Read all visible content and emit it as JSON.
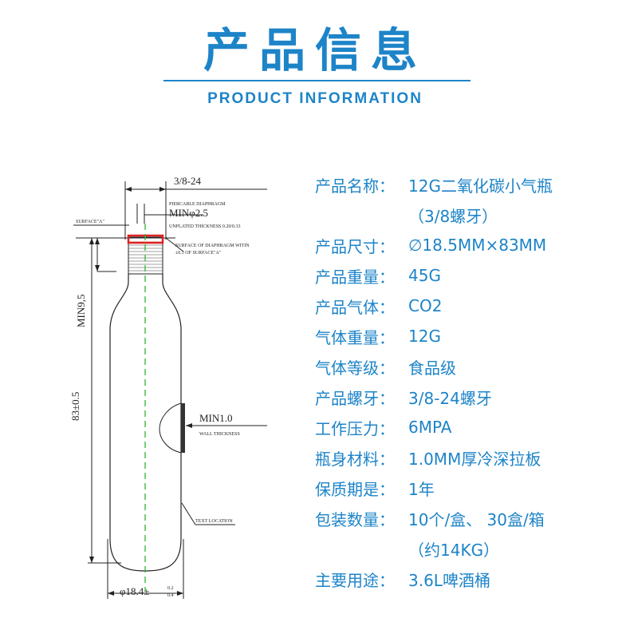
{
  "header": {
    "title_cn": "产品信息",
    "title_en": "PRODUCT INFORMATION"
  },
  "colors": {
    "accent": "#1d84c8",
    "drawing_line": "#222222",
    "thread_highlight": "#e02020",
    "center_line": "#2fb52f"
  },
  "drawing": {
    "thread_dim": "3/8-24",
    "diaphragm_label": "PIERCABLE DIAPHRAGM",
    "min_diameter": "MINφ2.5",
    "unplated": "UNPLATED THICKNESS 0.20/0.33",
    "surface_a": "SURFACE\"A\"",
    "surface_note_1": "SURFACE OF DIAPHRAGM WITIN",
    "surface_note_2": "±0.3 OF SURFACE\"A\"",
    "min_height": "MIN9,5",
    "length": "83±0.5",
    "wall_min": "MIN1.0",
    "wall_label": "WALL THICKNESS",
    "text_location": "TEXT LOCATION",
    "diameter": "φ18.4±",
    "diameter_tol_upper": "0.2",
    "diameter_tol_lower": "0.4"
  },
  "specs": [
    {
      "label": "产品名称：",
      "value": "12G二氧化碳小气瓶"
    },
    {
      "label": "",
      "value": "（3/8螺牙）",
      "continuation": true
    },
    {
      "label": "产品尺寸：",
      "value": "∅18.5MM×83MM"
    },
    {
      "label": "产品重量：",
      "value": "45G"
    },
    {
      "label": "产品气体：",
      "value": "CO2"
    },
    {
      "label": "气体重量：",
      "value": "12G"
    },
    {
      "label": "气体等级：",
      "value": "食品级"
    },
    {
      "label": "产品螺牙：",
      "value": "3/8-24螺牙"
    },
    {
      "label": "工作压力：",
      "value": "6MPA"
    },
    {
      "label": "瓶身材料：",
      "value": "1.0MM厚冷深拉板"
    },
    {
      "label": "保质期是：",
      "value": "1年"
    },
    {
      "label": "包装数量：",
      "value": "10个/盒、 30盒/箱"
    },
    {
      "label": "",
      "value": "（约14KG）",
      "continuation": true
    },
    {
      "label": "主要用途：",
      "value": "3.6L啤酒桶"
    }
  ]
}
